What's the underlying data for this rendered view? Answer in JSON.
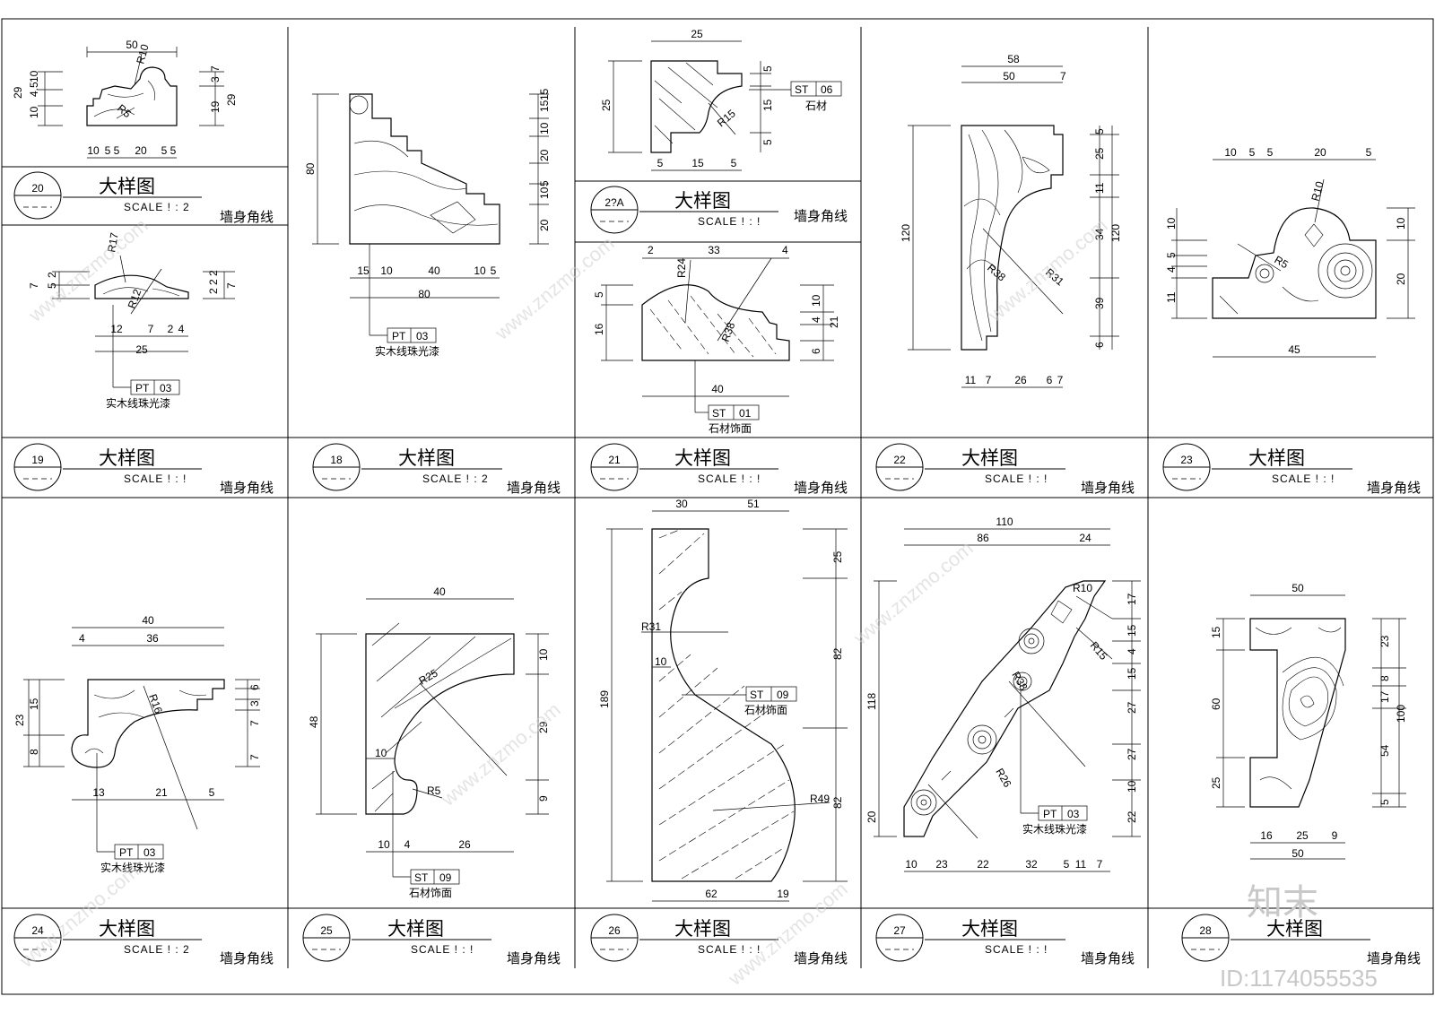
{
  "panels": [
    {
      "num": "20",
      "title": "大样图",
      "scale": "SCALE ! : 2",
      "sub": "墙身角线"
    },
    {
      "num": "2?A",
      "title": "大样图",
      "scale": "SCALE ! : !",
      "sub": "墙身角线"
    },
    {
      "num": "19",
      "title": "大样图",
      "scale": "SCALE ! : !",
      "sub": "墙身角线"
    },
    {
      "num": "18",
      "title": "大样图",
      "scale": "SCALE ! : 2",
      "sub": "墙身角线"
    },
    {
      "num": "21",
      "title": "大样图",
      "scale": "SCALE ! : !",
      "sub": "墙身角线"
    },
    {
      "num": "22",
      "title": "大样图",
      "scale": "SCALE ! : !",
      "sub": "墙身角线"
    },
    {
      "num": "23",
      "title": "大样图",
      "scale": "SCALE ! : !",
      "sub": "墙身角线"
    },
    {
      "num": "24",
      "title": "大样图",
      "scale": "SCALE ! : 2",
      "sub": "墙身角线"
    },
    {
      "num": "25",
      "title": "大样图",
      "scale": "SCALE ! : !",
      "sub": "墙身角线"
    },
    {
      "num": "26",
      "title": "大样图",
      "scale": "SCALE ! : !",
      "sub": "墙身角线"
    },
    {
      "num": "27",
      "title": "大样图",
      "scale": "SCALE ! : !",
      "sub": "墙身角线"
    },
    {
      "num": "28",
      "title": "大样图",
      "scale": "SCALE ! : !",
      "sub": "墙身角线"
    }
  ],
  "tags": {
    "pt03": {
      "code": "PT",
      "num": "03",
      "note": "实木线珠光漆"
    },
    "st06": {
      "code": "ST",
      "num": "06",
      "note": "石材"
    },
    "st01": {
      "code": "ST",
      "num": "01",
      "note": "石材饰面"
    },
    "st09": {
      "code": "ST",
      "num": "09",
      "note": "石材饰面"
    }
  },
  "dims": {
    "d20": [
      "50",
      "R10",
      "29",
      "10",
      "4.5",
      "10",
      "R5",
      "3",
      "7",
      "19",
      "29",
      "10",
      "5",
      "5",
      "20",
      "5",
      "5"
    ],
    "d19": [
      "R17",
      "5",
      "2",
      "7",
      "R12",
      "2",
      "2",
      "2",
      "7",
      "12",
      "7",
      "2",
      "4",
      "25"
    ],
    "d18": [
      "80",
      "15",
      "10",
      "15",
      "20",
      "5",
      "10",
      "20",
      "15",
      "10",
      "40",
      "10",
      "5",
      "80"
    ],
    "d2A": [
      "25",
      "25",
      "5",
      "15",
      "5",
      "R15",
      "5",
      "15",
      "5"
    ],
    "d21": [
      "2",
      "33",
      "4",
      "R24",
      "5",
      "16",
      "R38",
      "10",
      "4",
      "21",
      "6",
      "40"
    ],
    "d22": [
      "58",
      "50",
      "7",
      "120",
      "5",
      "25",
      "11",
      "34",
      "120",
      "39",
      "6",
      "R31",
      "R38",
      "11",
      "7",
      "26",
      "6",
      "7"
    ],
    "d23": [
      "10",
      "5",
      "5",
      "20",
      "5",
      "R10",
      "10",
      "5",
      "4",
      "11",
      "R5",
      "10",
      "20",
      "45"
    ],
    "d24": [
      "40",
      "4",
      "36",
      "23",
      "15",
      "8",
      "R16",
      "6",
      "3",
      "7",
      "7",
      "13",
      "21",
      "5"
    ],
    "d25": [
      "40",
      "48",
      "10",
      "R25",
      "29",
      "10",
      "R5",
      "9",
      "10",
      "4",
      "26"
    ],
    "d26": [
      "30",
      "51",
      "189",
      "R31",
      "10",
      "25",
      "82",
      "R49",
      "82",
      "62",
      "19"
    ],
    "d27": [
      "110",
      "86",
      "24",
      "118",
      "R10",
      "17",
      "R15",
      "15",
      "4",
      "15",
      "27",
      "R38",
      "27",
      "10",
      "R26",
      "22",
      "20",
      "10",
      "23",
      "22",
      "32",
      "5",
      "11",
      "7"
    ],
    "d28": [
      "50",
      "15",
      "60",
      "25",
      "23",
      "8",
      "17",
      "100",
      "54",
      "5",
      "16",
      "25",
      "9",
      "50"
    ]
  },
  "watermark": {
    "site": "www.znzmo.com",
    "brand": "知末",
    "id": "ID:1174055535"
  }
}
